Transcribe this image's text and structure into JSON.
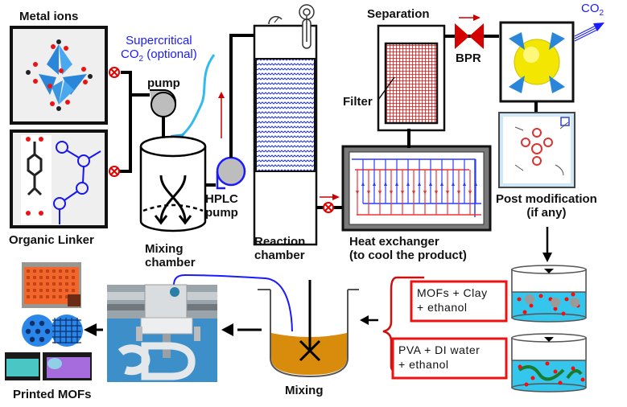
{
  "labels": {
    "metal_ions": "Metal ions",
    "organic_linker": "Organic Linker",
    "supercritical_line1": "Supercritical",
    "supercritical_co2": "CO",
    "supercritical_sub": "2",
    "supercritical_rest": " (optional)",
    "pump": "pump",
    "hplc_line1": "HPLC",
    "hplc_line2": "pump",
    "mixing_chamber_line1": "Mixing",
    "mixing_chamber_line2": "chamber",
    "reaction_line1": "Reaction",
    "reaction_line2": "chamber",
    "separation": "Separation",
    "filter": "Filter",
    "bpr": "BPR",
    "co2_out": "CO",
    "co2_out_sub": "2",
    "heat_exchanger_line1": "Heat exchanger",
    "heat_exchanger_line2": "(to cool the product)",
    "post_mod_line1": "Post modification",
    "post_mod_line2": "(if any)",
    "mixing": "Mixing",
    "printed_mofs": "Printed MOFs"
  },
  "formulations": [
    {
      "line1": "MOFs + Clay",
      "line2": "+ ethanol"
    },
    {
      "line1": "PVA + DI water",
      "line2": "+ ethanol"
    }
  ],
  "colors": {
    "valve_red": "#e00000",
    "bpr_red": "#d40000",
    "scco2_blue": "#33bbee",
    "hx_blue": "#2a3cff",
    "hx_red": "#ee3333",
    "slurry_orange": "#d98b0c",
    "liquid_cyan": "#33c8ee",
    "bracket_red": "#cc1111"
  }
}
